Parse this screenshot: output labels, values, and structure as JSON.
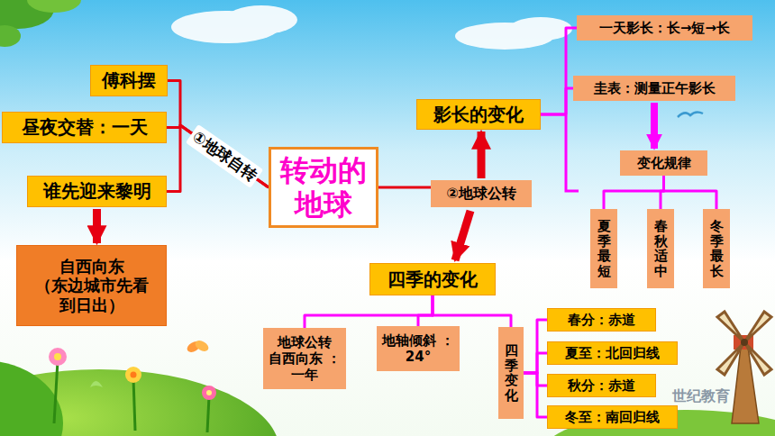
{
  "diagram": {
    "nodes": [
      {
        "text": [
          "傅科摆"
        ]
      },
      {
        "text": [
          "昼夜交替：一天"
        ]
      },
      {
        "text": [
          "谁先迎来黎明"
        ]
      },
      {
        "text": [
          "自西向东 （东边城市先看 到日出）"
        ]
      },
      {
        "text": [
          "转动的 地球"
        ]
      },
      {
        "text": [
          "②地球公转"
        ]
      },
      {
        "text": [
          "影长的变化"
        ]
      },
      {
        "text": [
          "一天影长：长→短→长"
        ]
      },
      {
        "text": [
          "圭表：测量正午影长"
        ]
      },
      {
        "text": [
          "变化规律"
        ]
      },
      {
        "text": [
          "夏季最短"
        ]
      },
      {
        "text": [
          "春秋适中"
        ]
      },
      {
        "text": [
          "冬季最长"
        ]
      },
      {
        "text": [
          "四季的变化"
        ]
      },
      {
        "text": [
          "地球公转 自西向东 ：一年"
        ]
      },
      {
        "text": [
          "地轴倾斜 ：24°"
        ]
      },
      {
        "text": [
          "四季变化"
        ]
      },
      {
        "text": [
          "春分：赤道"
        ]
      },
      {
        "text": [
          "夏至：北回归线"
        ]
      },
      {
        "text": [
          "秋分：赤道"
        ]
      },
      {
        "text": [
          "冬至：南回归线"
        ]
      }
    ],
    "edges": [
      {
        "from": 4,
        "to": 0,
        "arrow": "none"
      },
      {
        "from": 4,
        "to": 1,
        "arrow": "none"
      },
      {
        "from": 4,
        "to": 2,
        "arrow": "none"
      },
      {
        "from": 2,
        "to": 3,
        "arrow": "to"
      },
      {
        "from": 4,
        "to": 5,
        "arrow": "none"
      },
      {
        "from": 5,
        "to": 6,
        "arrow": "to"
      },
      {
        "from": 5,
        "to": 13,
        "arrow": "to"
      },
      {
        "from": 6,
        "to": 7,
        "arrow": "none"
      },
      {
        "from": 6,
        "to": 8,
        "arrow": "none"
      },
      {
        "from": 8,
        "to": 9,
        "arrow": "to"
      },
      {
        "from": 9,
        "to": 10,
        "arrow": "none"
      },
      {
        "from": 9,
        "to": 11,
        "arrow": "none"
      },
      {
        "from": 9,
        "to": 12,
        "arrow": "none"
      },
      {
        "from": 13,
        "to": 14,
        "arrow": "none"
      },
      {
        "from": 13,
        "to": 15,
        "arrow": "none"
      },
      {
        "from": 13,
        "to": 16,
        "arrow": "none"
      },
      {
        "from": 16,
        "to": 17,
        "arrow": "none"
      },
      {
        "from": 16,
        "to": 18,
        "arrow": "none"
      },
      {
        "from": 16,
        "to": 19,
        "arrow": "none"
      },
      {
        "from": 16,
        "to": 20,
        "arrow": "none"
      }
    ],
    "labels": [
      "①地球自转",
      "世纪教育"
    ]
  }
}
